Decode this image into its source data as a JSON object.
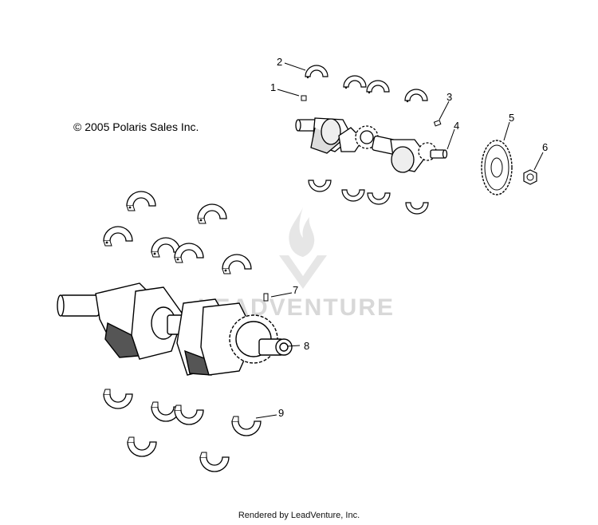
{
  "copyright": "© 2005 Polaris Sales Inc.",
  "footer": "Rendered by LeadVenture, Inc.",
  "watermark": {
    "text": "LEADVENTURE",
    "logo": "leadventure-flame-logo"
  },
  "callouts": [
    "1",
    "2",
    "3",
    "4",
    "5",
    "6",
    "7",
    "8",
    "9"
  ],
  "colors": {
    "line": "#000000",
    "fill": "#ffffff",
    "shade": "#555555",
    "watermark": "#d8d8d8"
  }
}
